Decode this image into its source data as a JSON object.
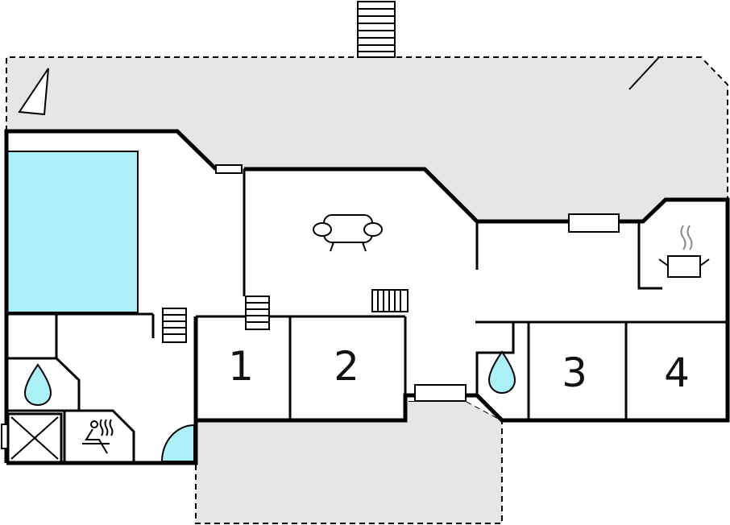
{
  "rooms": [
    {
      "id": "bedroom-1",
      "label": "1"
    },
    {
      "id": "bedroom-2",
      "label": "2"
    },
    {
      "id": "bedroom-3",
      "label": "3"
    },
    {
      "id": "bedroom-4",
      "label": "4"
    }
  ],
  "colors": {
    "wall": "#000000",
    "terrace": "#e6e6e6",
    "pool": "#aaf0f6",
    "background": "#ffffff"
  },
  "icons": [
    "compass-north-icon",
    "sofa-icon",
    "stove-pot-icon",
    "water-drop-icon",
    "sauna-icon",
    "shower-door-icon",
    "stairs-icon",
    "window-icon"
  ]
}
